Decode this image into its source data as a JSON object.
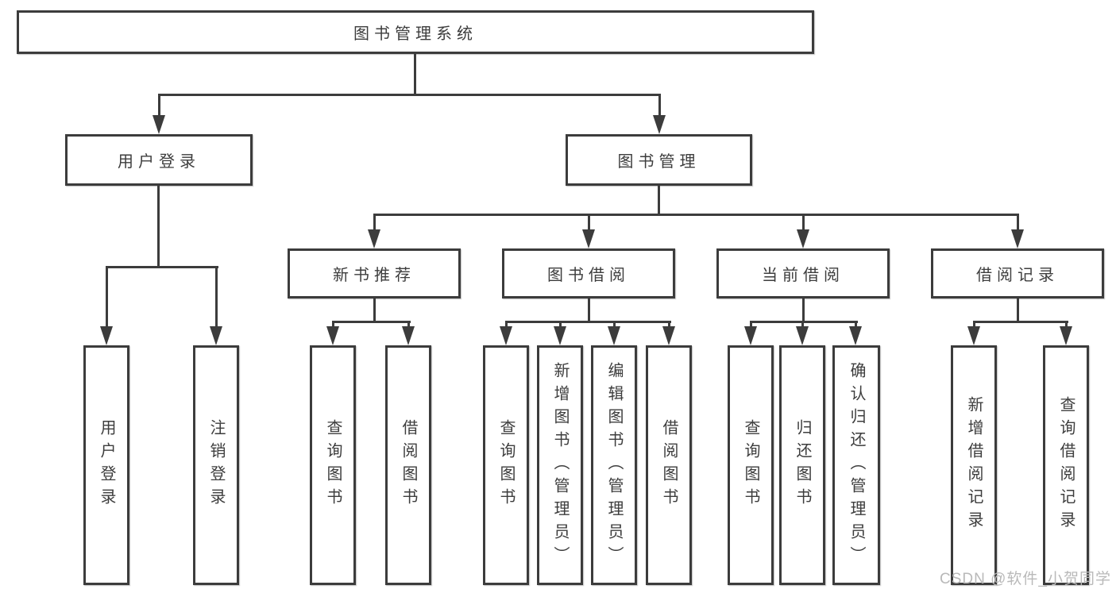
{
  "colors": {
    "line": "#3c3c3c",
    "text": "#3d3d3d",
    "background": "#ffffff",
    "watermark": "#b9b9b9"
  },
  "diagram": {
    "type": "hierarchy-tree",
    "root": {
      "label": "图书管理系统"
    },
    "level2": [
      {
        "label": "用户登录",
        "parent": "图书管理系统"
      },
      {
        "label": "图书管理",
        "parent": "图书管理系统"
      }
    ],
    "level3": [
      {
        "label": "新书推荐",
        "parent": "图书管理"
      },
      {
        "label": "图书借阅",
        "parent": "图书管理"
      },
      {
        "label": "当前借阅",
        "parent": "图书管理"
      },
      {
        "label": "借阅记录",
        "parent": "图书管理"
      }
    ],
    "leaves": [
      {
        "label": "用户登录",
        "parent": "用户登录"
      },
      {
        "label": "注销登录",
        "parent": "用户登录"
      },
      {
        "label": "查询图书",
        "parent": "新书推荐"
      },
      {
        "label": "借阅图书",
        "parent": "新书推荐"
      },
      {
        "label": "查询图书",
        "parent": "图书借阅"
      },
      {
        "label": "新增图书（管理员）",
        "parent": "图书借阅"
      },
      {
        "label": "编辑图书（管理员）",
        "parent": "图书借阅"
      },
      {
        "label": "借阅图书",
        "parent": "图书借阅"
      },
      {
        "label": "查询图书",
        "parent": "当前借阅"
      },
      {
        "label": "归还图书",
        "parent": "当前借阅"
      },
      {
        "label": "确认归还（管理员）",
        "parent": "当前借阅"
      },
      {
        "label": "新增借阅记录",
        "parent": "借阅记录"
      },
      {
        "label": "查询借阅记录",
        "parent": "借阅记录"
      }
    ]
  },
  "watermark": {
    "text": "CSDN @软件_小贺同学"
  }
}
